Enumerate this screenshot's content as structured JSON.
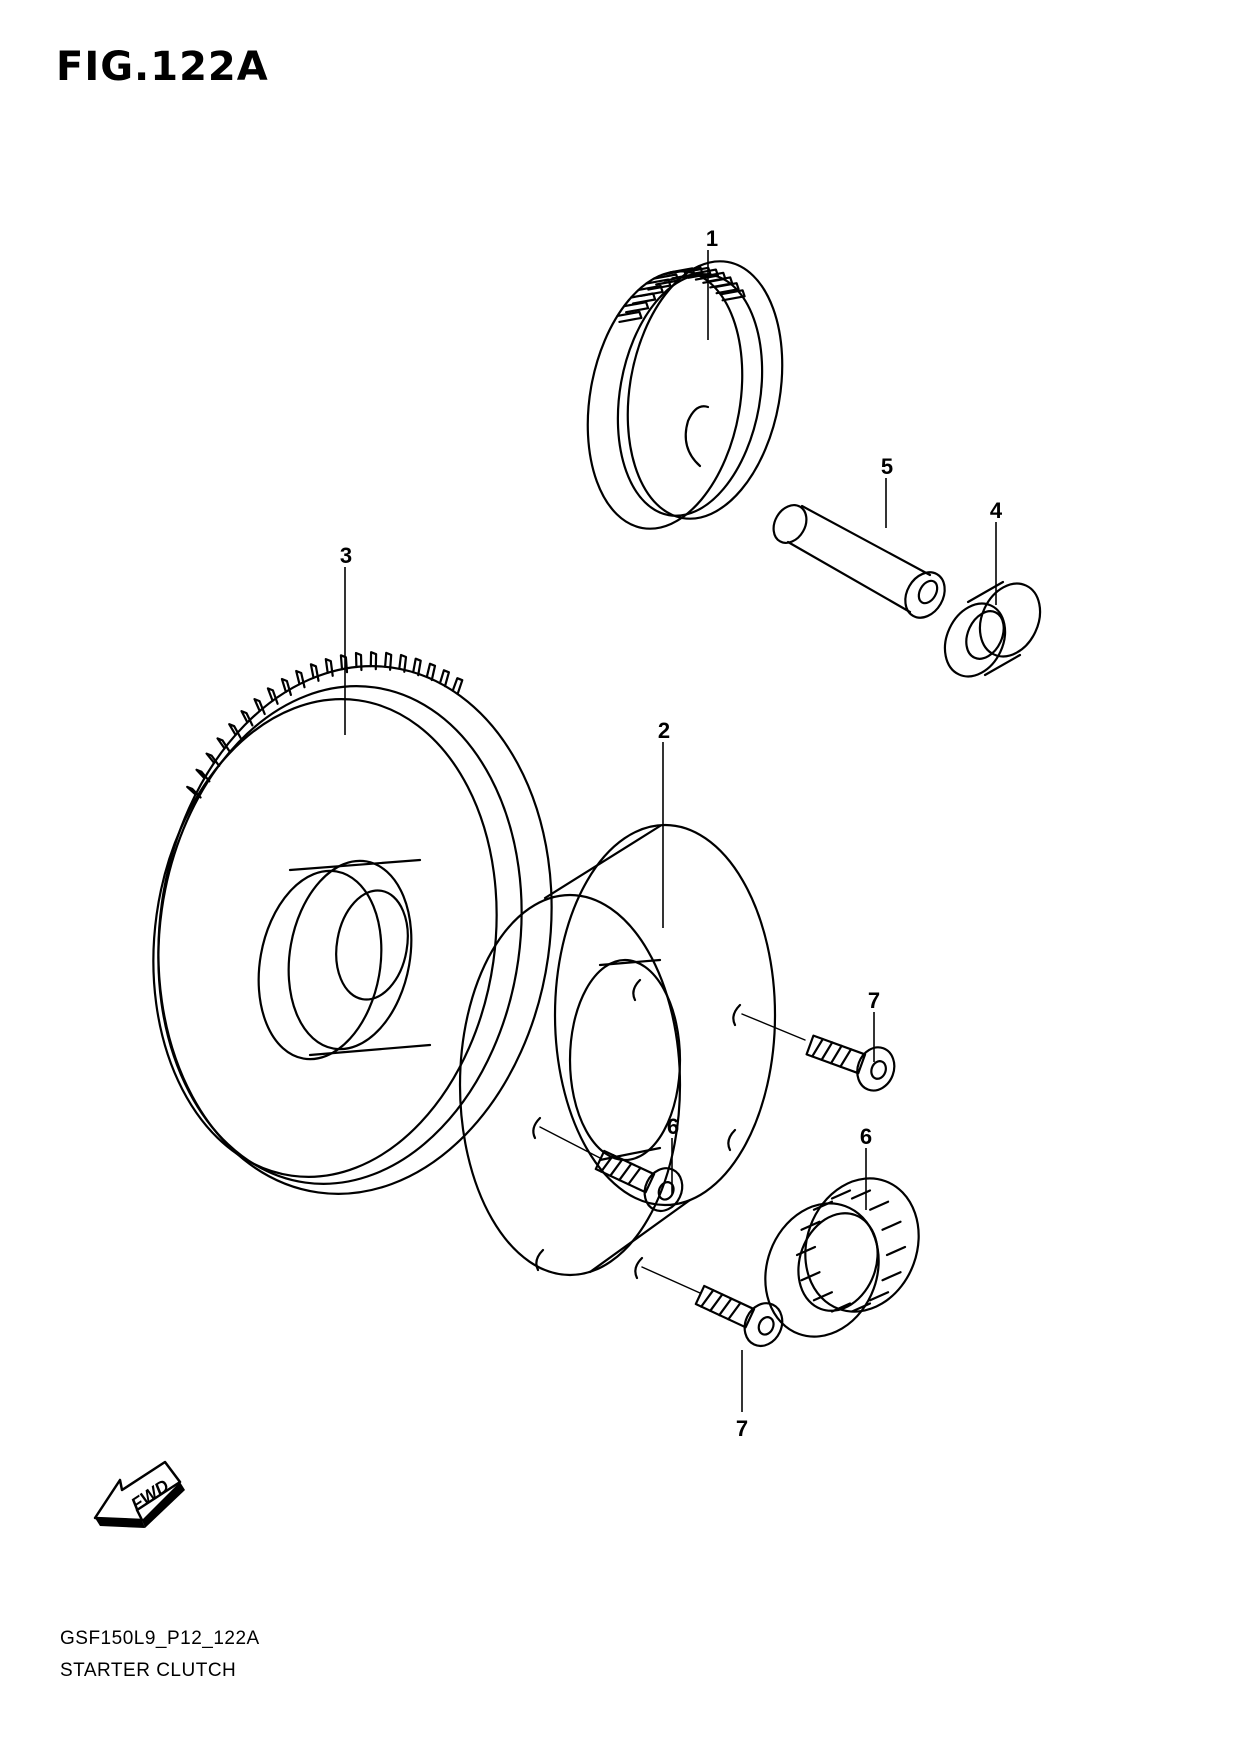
{
  "figure": {
    "title": "FIG.122A",
    "model_code": "GSF150L9_P12_122A",
    "name": "STARTER CLUTCH"
  },
  "fwd_label": "FWD",
  "callouts": [
    "1",
    "2",
    "3",
    "4",
    "5",
    "6",
    "6",
    "7",
    "7"
  ],
  "colors": {
    "ink": "#000000",
    "paper": "#ffffff"
  }
}
